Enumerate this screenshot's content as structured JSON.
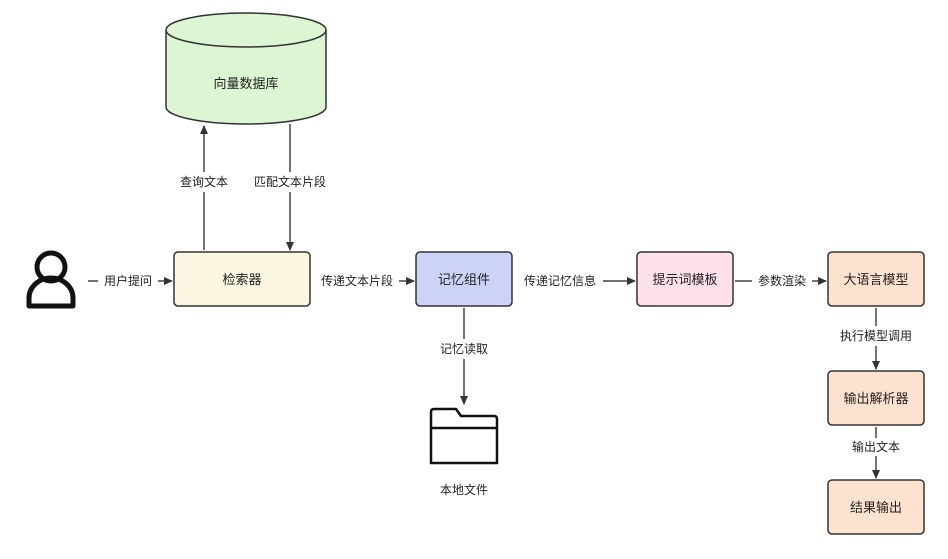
{
  "nodes": {
    "vector_db": {
      "label": "向量数据库",
      "fill": "#dcf5d3"
    },
    "retriever": {
      "label": "检索器",
      "fill": "#fbf6e2"
    },
    "memory": {
      "label": "记忆组件",
      "fill": "#cdd3f7"
    },
    "prompt_template": {
      "label": "提示词模板",
      "fill": "#fde0eb"
    },
    "llm": {
      "label": "大语言模型",
      "fill": "#fde3cf"
    },
    "output_parser": {
      "label": "输出解析器",
      "fill": "#fde3cf"
    },
    "result_output": {
      "label": "结果输出",
      "fill": "#fde3cf"
    }
  },
  "local_file": {
    "label": "本地文件",
    "icon": "folder-icon"
  },
  "user": {
    "icon": "user-icon"
  },
  "edges": {
    "user_question": "用户提问",
    "query_text": "查询文本",
    "match_chunks": "匹配文本片段",
    "pass_chunks": "传递文本片段",
    "memory_read": "记忆读取",
    "pass_memory": "传递记忆信息",
    "param_render": "参数渲染",
    "exec_model": "执行模型调用",
    "output_text": "输出文本"
  },
  "colors": {
    "stroke": "#333333",
    "edge": "#444444"
  }
}
